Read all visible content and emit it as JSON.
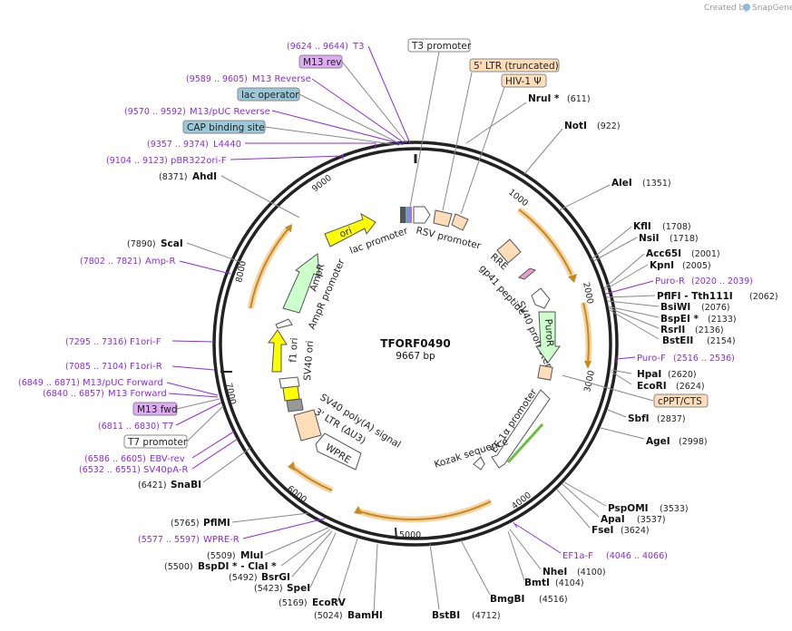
{
  "credit": {
    "text": "Created by",
    "brand": "SnapGene"
  },
  "plasmid": {
    "name": "TFORF0490",
    "size": "9667 bp"
  },
  "ticks": [
    "1000",
    "2000",
    "3000",
    "4000",
    "5000",
    "6000",
    "7000",
    "8000",
    "9000"
  ],
  "sites_right": [
    {
      "name": "NruI *",
      "pos": "(611)"
    },
    {
      "name": "NotI",
      "pos": "(922)"
    },
    {
      "name": "AleI",
      "pos": "(1351)"
    },
    {
      "name": "KflI",
      "pos": "(1708)"
    },
    {
      "name": "NsiI",
      "pos": "(1718)"
    },
    {
      "name": "Acc65I",
      "pos": "(2001)"
    },
    {
      "name": "KpnI",
      "pos": "(2005)"
    },
    {
      "name": "PflFI - Tth111I",
      "pos": "(2062)"
    },
    {
      "name": "BsiWI",
      "pos": "(2076)"
    },
    {
      "name": "BspEI *",
      "pos": "(2133)"
    },
    {
      "name": "RsrII",
      "pos": "(2136)"
    },
    {
      "name": "BstEII",
      "pos": "(2154)"
    },
    {
      "name": "HpaI",
      "pos": "(2620)"
    },
    {
      "name": "EcoRI",
      "pos": "(2624)"
    },
    {
      "name": "SbfI",
      "pos": "(2837)"
    },
    {
      "name": "AgeI",
      "pos": "(2998)"
    },
    {
      "name": "PspOMI",
      "pos": "(3533)"
    },
    {
      "name": "ApaI",
      "pos": "(3537)"
    },
    {
      "name": "FseI",
      "pos": "(3624)"
    },
    {
      "name": "NheI",
      "pos": "(4100)"
    },
    {
      "name": "BmtI",
      "pos": "(4104)"
    },
    {
      "name": "BmgBI",
      "pos": "(4516)"
    },
    {
      "name": "BstBI",
      "pos": "(4712)"
    }
  ],
  "sites_left": [
    {
      "name": "AhdI",
      "pos": "(8371)"
    },
    {
      "name": "ScaI",
      "pos": "(7890)"
    },
    {
      "name": "SnaBI",
      "pos": "(6421)"
    },
    {
      "name": "PflMI",
      "pos": "(5765)"
    },
    {
      "name": "MluI",
      "pos": "(5509)"
    },
    {
      "name": "BspDI * - ClaI *",
      "pos": "(5500)"
    },
    {
      "name": "BsrGI",
      "pos": "(5492)"
    },
    {
      "name": "SpeI",
      "pos": "(5423)"
    },
    {
      "name": "EcoRV",
      "pos": "(5169)"
    },
    {
      "name": "BamHI",
      "pos": "(5024)"
    }
  ],
  "primers": [
    {
      "name": "T3",
      "range": "(9624 .. 9644)"
    },
    {
      "name": "M13 Reverse",
      "range": "(9589 .. 9605)"
    },
    {
      "name": "M13/pUC Reverse",
      "range": "(9570 .. 9592)"
    },
    {
      "name": "L4440",
      "range": "(9357 .. 9374)"
    },
    {
      "name": "pBR322ori-F",
      "range": "(9104 .. 9123)"
    },
    {
      "name": "Amp-R",
      "range": "(7802 .. 7821)"
    },
    {
      "name": "F1ori-F",
      "range": "(7295 .. 7316)"
    },
    {
      "name": "F1ori-R",
      "range": "(7085 .. 7104)"
    },
    {
      "name": "M13/pUC Forward",
      "range": "(6849 .. 6871)"
    },
    {
      "name": "M13 Forward",
      "range": "(6840 .. 6857)"
    },
    {
      "name": "T7",
      "range": "(6811 .. 6830)"
    },
    {
      "name": "EBV-rev",
      "range": "(6586 .. 6605)"
    },
    {
      "name": "SV40pA-R",
      "range": "(6532 .. 6551)"
    },
    {
      "name": "WPRE-R",
      "range": "(5577 .. 5597)"
    },
    {
      "name": "Puro-R",
      "range": "(2020 .. 2039)"
    },
    {
      "name": "Puro-F",
      "range": "(2516 .. 2536)"
    },
    {
      "name": "EF1a-F",
      "range": "(4046 .. 4066)"
    }
  ],
  "boxed_labels": {
    "m13_rev": "M13 rev",
    "lac_operator": "lac operator",
    "cap_site": "CAP binding site",
    "m13_fwd": "M13 fwd",
    "t7_promoter": "T7 promoter",
    "t3_promoter": "T3 promoter",
    "ltr5": "5' LTR (truncated)",
    "hiv_psi": "HIV-1 Ψ",
    "cppt": "cPPT/CTS"
  },
  "features": {
    "ori": "ori",
    "lac_promoter": "lac promoter",
    "ampr": "AmpR",
    "ampr_promoter": "AmpR promoter",
    "f1_ori": "f1 ori",
    "sv40_ori": "SV40 ori",
    "sv40_polya": "SV40 poly(A) signal",
    "ltr3": "3' LTR (ΔU3)",
    "wpre": "WPRE",
    "rsv_promoter": "RSV promoter",
    "rre": "RRE",
    "gp41": "gp41 peptide",
    "sv40_promoter": "SV40 promoter",
    "puror": "PuroR",
    "ef1a": "EF-1α promoter",
    "kozak": "Kozak sequence"
  },
  "colors": {
    "primer": "#8a2be2",
    "orf_halo": "#f4c07a",
    "orf_arrow": "#c58a1c",
    "backbone": "#222222"
  }
}
